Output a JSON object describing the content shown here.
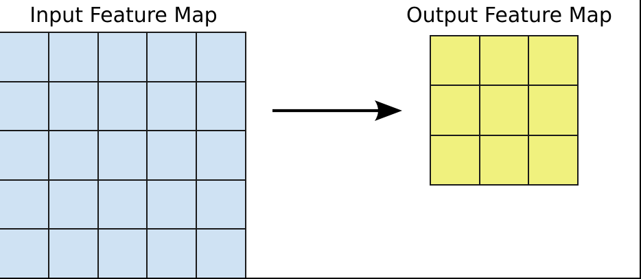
{
  "diagram": {
    "background_color": "#ffffff",
    "frame_border_color": "#000000",
    "input_map": {
      "title": "Input Feature Map",
      "rows": 5,
      "cols": 5,
      "cell_fill": "#cfe2f3",
      "line_color": "#1a1a1a"
    },
    "output_map": {
      "title": "Output Feature Map",
      "rows": 3,
      "cols": 3,
      "cell_fill": "#f0f17e",
      "line_color": "#1a1a1a"
    },
    "arrow": {
      "icon": "arrow-right-icon",
      "direction": "right",
      "color": "#000000"
    }
  }
}
